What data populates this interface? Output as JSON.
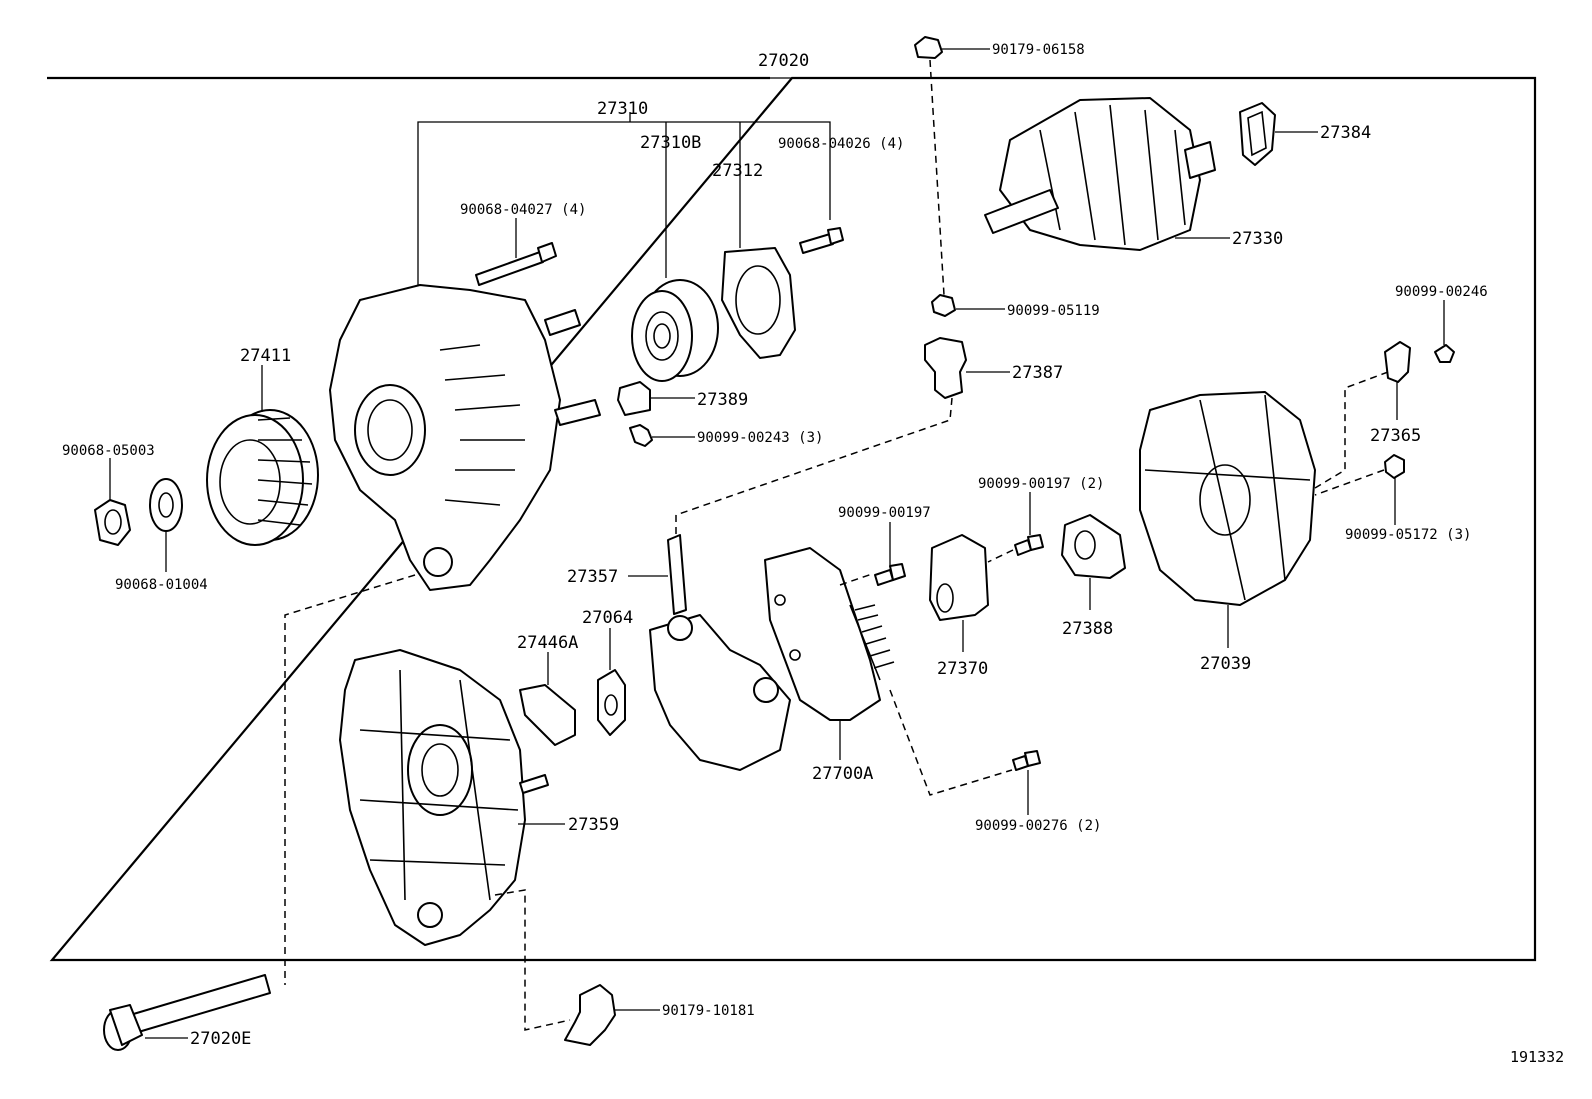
{
  "assembly": "27020",
  "labels": {
    "l27310": "27310",
    "l27310B": "27310B",
    "l27312": "27312",
    "l90068_04026": "90068-04026 (4)",
    "l90068_04027": "90068-04027 (4)",
    "l90179_06158": "90179-06158",
    "l27384": "27384",
    "l27330": "27330",
    "l90099_05119": "90099-05119",
    "l27387": "27387",
    "l90099_00246": "90099-00246",
    "l27411": "27411",
    "l27389": "27389",
    "l90099_00243": "90099-00243 (3)",
    "l27365": "27365",
    "l90068_05003": "90068-05003",
    "l90068_01004": "90068-01004",
    "l90099_00197": "90099-00197",
    "l90099_00197_2": "90099-00197 (2)",
    "l90099_05172": "90099-05172 (3)",
    "l27357": "27357",
    "l27064": "27064",
    "l27446A": "27446A",
    "l27370": "27370",
    "l27388": "27388",
    "l27039": "27039",
    "l27700A": "27700A",
    "l27359": "27359",
    "l90099_00276": "90099-00276 (2)",
    "l90179_10181": "90179-10181",
    "l27020E": "27020E"
  },
  "figure_id": "191332"
}
